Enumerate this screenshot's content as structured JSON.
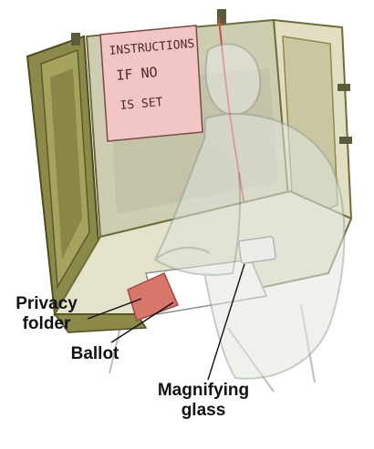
{
  "sign": {
    "heading": "INSTRUCTIONS",
    "line1": "IF NO",
    "line2": "IS SET"
  },
  "callouts": {
    "privacy_folder": [
      "Privacy",
      "folder"
    ],
    "ballot": "Ballot",
    "magnifying_glass": [
      "Magnifying",
      "glass"
    ]
  },
  "colors": {
    "booth_olive": "#8b8a4a",
    "booth_light": "#d8d6b4",
    "sign_pink": "#f2c6c4",
    "privacy_folder": "#d7766a",
    "voter_outline": "#b8bfb9",
    "cord_red": "#c94a4a"
  }
}
